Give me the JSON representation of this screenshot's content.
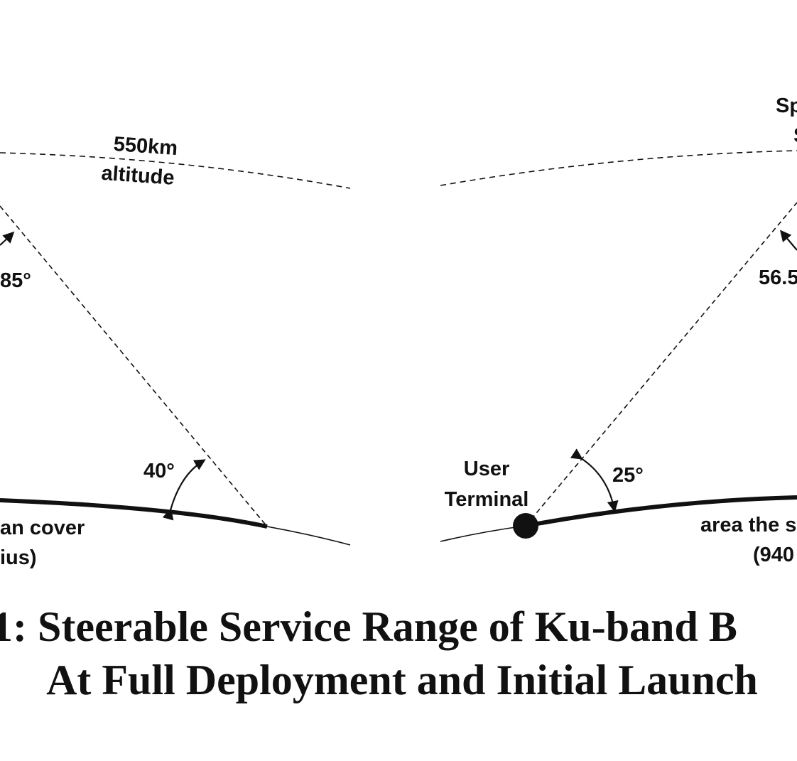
{
  "left_panel": {
    "altitude_value": "550km",
    "altitude_word": "altitude",
    "nadir_angle": "85°",
    "elevation_angle": "40°",
    "coverage_line1": "an cover",
    "coverage_line2": "ius)"
  },
  "right_panel": {
    "satellite_line1": "Sp",
    "satellite_line2": "S",
    "nadir_angle": "56.5",
    "elevation_angle": "25°",
    "terminal_line1": "User",
    "terminal_line2": "Terminal",
    "coverage_line1": "area the s",
    "coverage_line2": "(940"
  },
  "caption": {
    "line1": "1:  Steerable Service Range of Ku-band B",
    "line2": "At Full Deployment and Initial Launch"
  },
  "colors": {
    "ink": "#111111",
    "background": "#ffffff"
  }
}
